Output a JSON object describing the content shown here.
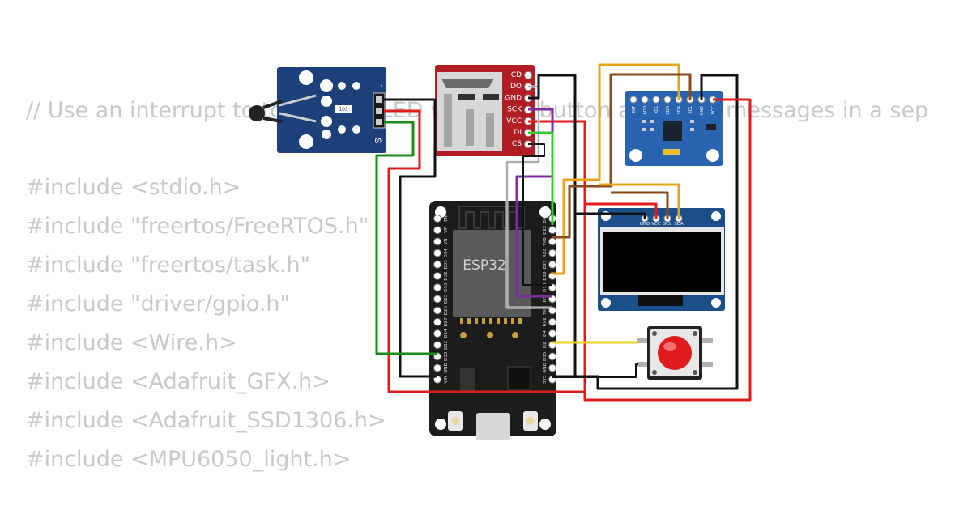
{
  "code": {
    "lines": [
      "// Use an interrupt to toggle the LED when the button and send messages in a sep",
      "",
      "#include <stdio.h>",
      "#include \"freertos/FreeRTOS.h\"",
      "#include \"freertos/task.h\"",
      "#include \"driver/gpio.h\"",
      "#include <Wire.h>",
      "#include <Adafruit_GFX.h>",
      "#include <Adafruit_SSD1306.h>",
      "#include <MPU6050_light.h>"
    ]
  },
  "esp32": {
    "label": "ESP32",
    "left_pins": [
      "EN",
      "VP",
      "VN",
      "D34",
      "D35",
      "D32",
      "D33",
      "D25",
      "D26",
      "D27",
      "D14",
      "D12",
      "D13",
      "GND",
      "VIN"
    ],
    "right_pins": [
      "D23",
      "D22",
      "TX0",
      "RX0",
      "D21",
      "D19",
      "D18",
      "D5",
      "TX2",
      "RX2",
      "D4",
      "D2",
      "D15",
      "GND",
      "3V3"
    ]
  },
  "sd_card": {
    "pins": [
      "CD",
      "DO",
      "GND",
      "SCK",
      "VCC",
      "DI",
      "CS"
    ]
  },
  "oled": {
    "pins": [
      "GND",
      "VCC",
      "SCL",
      "SDA"
    ]
  },
  "mpu6050": {
    "pins": [
      "INT",
      "AD0",
      "XCL",
      "XDA",
      "SDA",
      "SCL",
      "GND",
      "VCC"
    ]
  },
  "temp_sensor": {
    "chip_label": "103",
    "pin_minus": "-",
    "pin_s": "S"
  },
  "colors": {
    "wire_red": "#e01b1b",
    "wire_black": "#111111",
    "wire_green": "#1a8a1a",
    "wire_purple": "#7b2c9e",
    "wire_orange": "#e8a317",
    "wire_brown": "#8b4a1a",
    "wire_gray": "#9a9a9a",
    "wire_yellow": "#f2d028",
    "wire_lightgreen": "#33cc33",
    "esp32_board": "#1c1c1c",
    "sd_board": "#b01e24",
    "oled_board": "#1a4f8a",
    "mpu_board": "#2a64b0",
    "temp_board": "#1d3f7a",
    "button_cap": "#e01b1b"
  }
}
